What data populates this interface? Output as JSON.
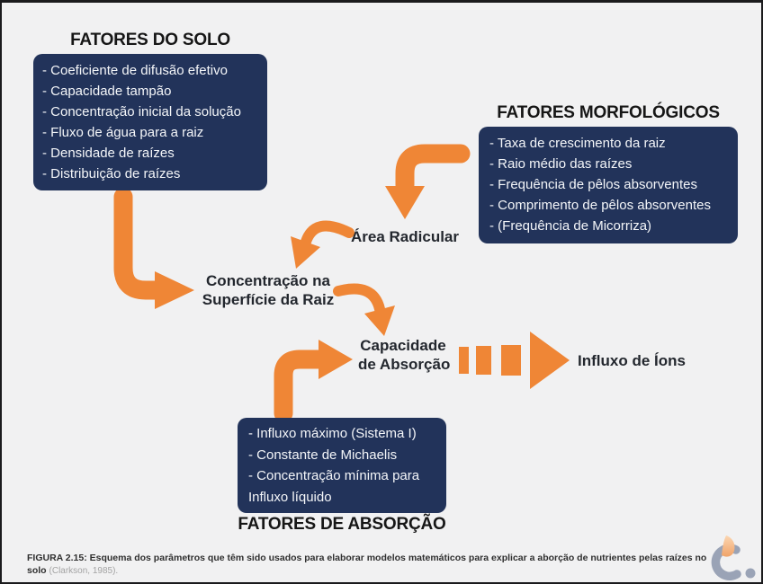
{
  "colors": {
    "navy": "#22335a",
    "orange": "#ef8636",
    "bg": "#f1f1f2",
    "logo_gray": "#9aa3b6",
    "logo_peach": "#f4b27f"
  },
  "soil_factors": {
    "title": "FATORES DO SOLO",
    "items": [
      "- Coeficiente de difusão efetivo",
      "- Capacidade tampão",
      "- Concentração inicial da solução",
      "- Fluxo de água para a raiz",
      "- Densidade de raízes",
      "- Distribuição de raízes"
    ]
  },
  "morphological_factors": {
    "title": "FATORES MORFOLÓGICOS",
    "items": [
      "- Taxa de crescimento da raiz",
      "- Raio médio das raízes",
      "- Frequência de pêlos absorventes",
      "- Comprimento de pêlos absorventes",
      "- (Frequência de Micorriza)"
    ]
  },
  "absorption_factors": {
    "title": "FATORES DE ABSORÇÃO",
    "items": [
      "- Influxo máximo (Sistema I)",
      "- Constante de Michaelis",
      "- Concentração mínima para",
      "Influxo líquido"
    ]
  },
  "nodes": {
    "area_radicular": "Área Radicular",
    "concentracao_line1": "Concentração na",
    "concentracao_line2": "Superfície da Raiz",
    "capacidade_line1": "Capacidade",
    "capacidade_line2": "de Absorção",
    "influxo_ions": "Influxo de Íons"
  },
  "caption": {
    "text": "FIGURA 2.15: Esquema dos parâmetros que têm sido usados para elaborar modelos matemáticos para explicar a aborção de nutrientes pelas raízes no solo",
    "citation": "(Clarkson, 1985)."
  }
}
